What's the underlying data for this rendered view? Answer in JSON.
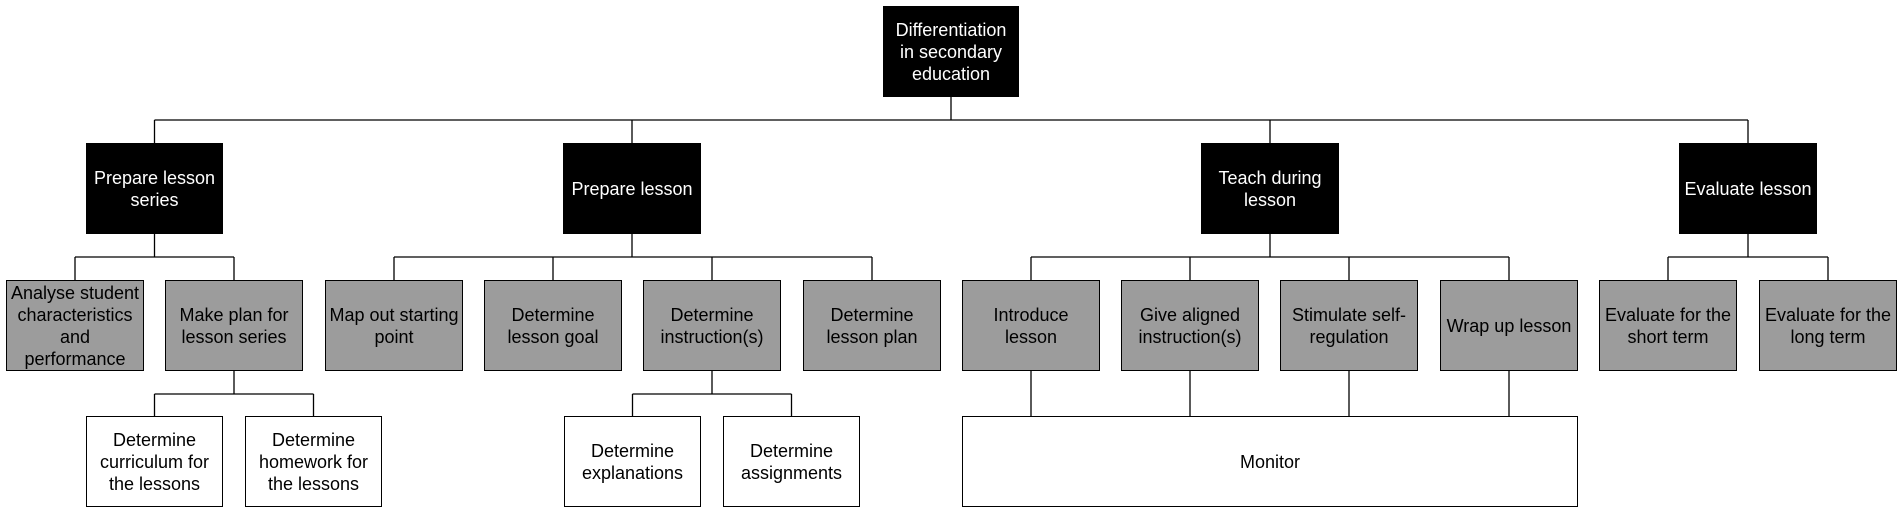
{
  "colors": {
    "dark": "#000000",
    "mid": "#9c9c9c",
    "light": "#ffffff",
    "line": "#000000"
  },
  "nodes": {
    "root": "Differentiation in secondary education",
    "prepare_series": "Prepare lesson series",
    "prepare_lesson": "Prepare lesson",
    "teach": "Teach during lesson",
    "evaluate": "Evaluate lesson",
    "analyse": "Analyse student characteristics and performance",
    "make_plan": "Make plan for lesson series",
    "map_out": "Map out starting point",
    "lesson_goal": "Determine lesson goal",
    "instructions": "Determine instruction(s)",
    "lesson_plan": "Determine lesson plan",
    "introduce": "Introduce lesson",
    "aligned": "Give aligned instruction(s)",
    "stimulate": "Stimulate self-regulation",
    "wrap_up": "Wrap up lesson",
    "eval_short": "Evaluate for the short term",
    "eval_long": "Evaluate for the long term",
    "curriculum": "Determine curriculum for the lessons",
    "homework": "Determine homework for the lessons",
    "explanations": "Determine explanations",
    "assignments": "Determine assignments",
    "monitor": "Monitor"
  }
}
